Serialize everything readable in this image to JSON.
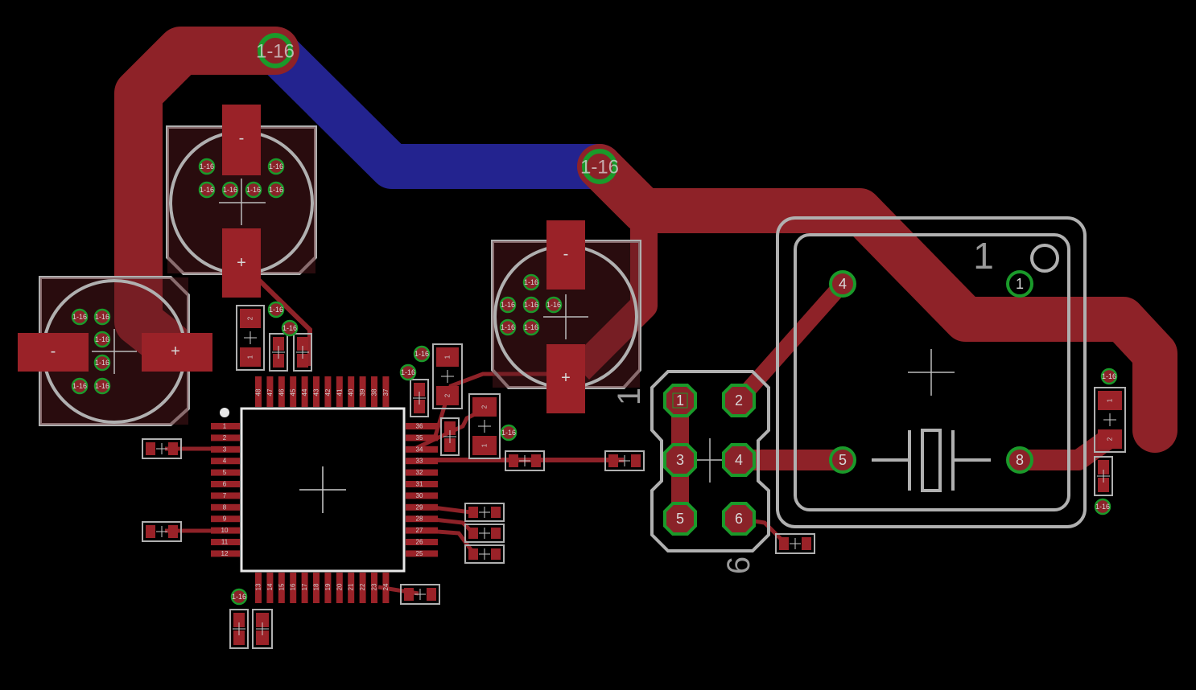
{
  "colors": {
    "background": "#000000",
    "top_copper": "#9a2228",
    "bottom_copper": "#23238f",
    "via_ring": "#1a9a2a",
    "silkscreen": "#b0b0b0"
  },
  "vias": {
    "top_left": "1-16",
    "middle": "1-16"
  },
  "small_via_label": "1-16",
  "cap_labels": {
    "minus": "-",
    "plus": "+"
  },
  "crystal": {
    "pin1": "1",
    "pins": [
      "4",
      "5",
      "8",
      "1"
    ]
  },
  "header": {
    "pins": [
      "1",
      "2",
      "3",
      "4",
      "5",
      "6"
    ],
    "label_start": "1",
    "label_end": "6"
  },
  "chip": {
    "left_pins": [
      "1",
      "2",
      "3",
      "4",
      "5",
      "6",
      "7",
      "8",
      "9",
      "10",
      "11",
      "12"
    ],
    "right_pins": [
      "36",
      "35",
      "34",
      "33",
      "32",
      "31",
      "30",
      "29",
      "28",
      "27",
      "26",
      "25"
    ],
    "top_pins": [
      "48",
      "47",
      "46",
      "45",
      "44",
      "43",
      "42",
      "41",
      "40",
      "39",
      "38",
      "37"
    ],
    "bottom_pins": [
      "13",
      "14",
      "15",
      "16",
      "17",
      "18",
      "19",
      "20",
      "21",
      "22",
      "23",
      "24"
    ]
  },
  "passive_labels": {
    "one": "1",
    "two": "2"
  }
}
